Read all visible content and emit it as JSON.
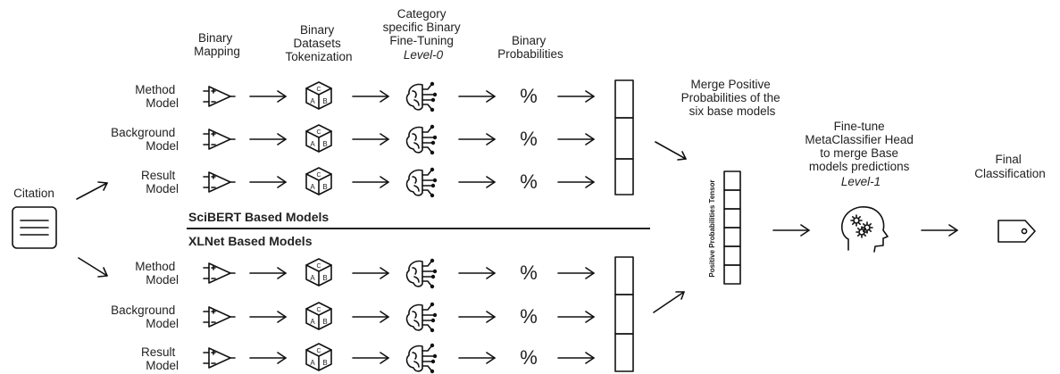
{
  "columns": {
    "binary_mapping": [
      "Binary",
      "Mapping"
    ],
    "tokenization": [
      "Binary",
      "Datasets",
      "Tokenization"
    ],
    "finetuning": [
      "Category",
      "specific Binary",
      "Fine-Tuning"
    ],
    "finetuning_level": "Level-0",
    "probabilities": [
      "Binary",
      "Probabilities"
    ]
  },
  "input_label": "Citation",
  "groups": {
    "scibert": {
      "label": "SciBERT Based Models",
      "models": [
        [
          "Method",
          "Model"
        ],
        [
          "Background",
          "Model"
        ],
        [
          "Result",
          "Model"
        ]
      ]
    },
    "xlnet": {
      "label": "XLNet Based Models",
      "models": [
        [
          "Method",
          "Model"
        ],
        [
          "Background",
          "Model"
        ],
        [
          "Result",
          "Model"
        ]
      ]
    }
  },
  "symbols": {
    "percent": "%",
    "cube_letters": [
      "C",
      "A",
      "B"
    ]
  },
  "merge_text": [
    "Merge Positive",
    "Probabilities of the",
    "six base models"
  ],
  "tensor_label": "Positive Probabilities Tensor",
  "metaclassifier": {
    "text": [
      "Fine-tune",
      "MetaClassifier Head",
      "to merge Base",
      "models predictions"
    ],
    "level": "Level-1"
  },
  "final_label": [
    "Final",
    "Classification"
  ],
  "icons": {
    "citation": "document-lines-icon",
    "mapping": "opamp-icon",
    "tokenization": "letter-cube-icon",
    "finetuning": "brain-network-icon",
    "metaclassifier": "head-gears-icon",
    "final": "tag-icon"
  }
}
